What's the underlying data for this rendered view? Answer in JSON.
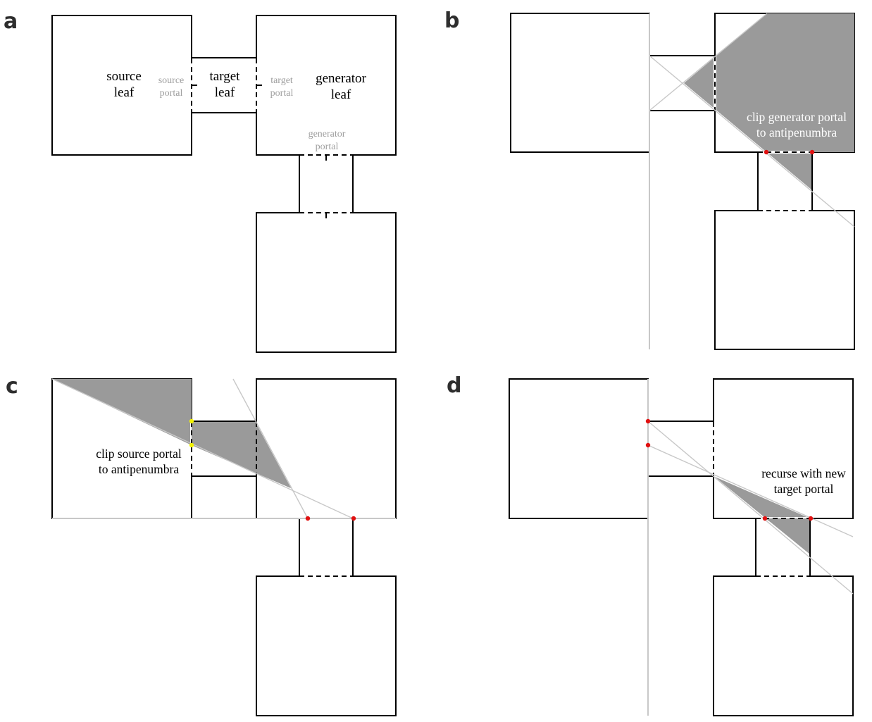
{
  "panels": {
    "a": {
      "letter": "a",
      "source_leaf": [
        "source",
        "leaf"
      ],
      "source_portal": [
        "source",
        "portal"
      ],
      "target_leaf": [
        "target",
        "leaf"
      ],
      "target_portal": [
        "target",
        "portal"
      ],
      "generator_leaf": [
        "generator",
        "leaf"
      ],
      "generator_portal": [
        "generator",
        "portal"
      ]
    },
    "b": {
      "letter": "b",
      "caption": [
        "clip generator portal",
        "to antipenumbra"
      ]
    },
    "c": {
      "letter": "c",
      "caption": [
        "clip source portal",
        "to antipenumbra"
      ]
    },
    "d": {
      "letter": "d",
      "caption": [
        "recurse with new",
        "target portal"
      ]
    }
  },
  "colors": {
    "shade": "#9a9a9a",
    "separating_plane": "#c8c8c8",
    "clip_point": "#e01010",
    "source_clip_point": "#f2f200"
  }
}
